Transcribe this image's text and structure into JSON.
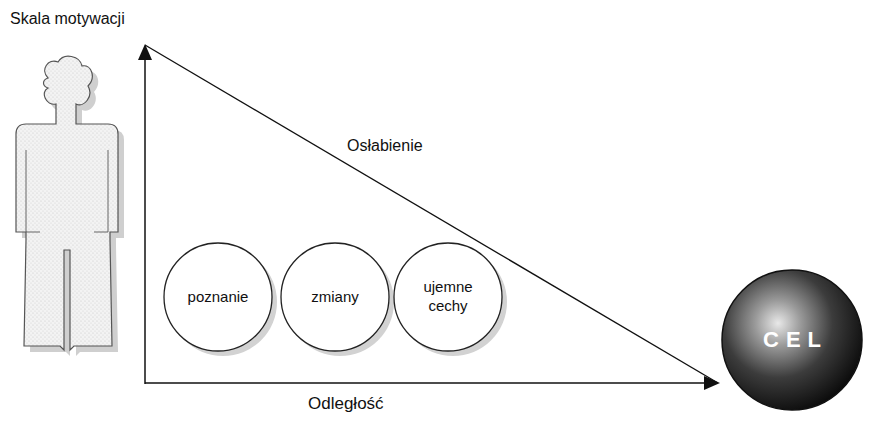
{
  "diagram": {
    "nodes": [
      {
        "text": [
          "poznanie"
        ]
      },
      {
        "text": [
          "zmiany"
        ]
      },
      {
        "text": [
          "ujemne cechy"
        ]
      },
      {
        "text": [
          "CEL"
        ]
      }
    ],
    "labels": [
      "Skala motywacji",
      "Osłabienie",
      "Odległość"
    ]
  }
}
